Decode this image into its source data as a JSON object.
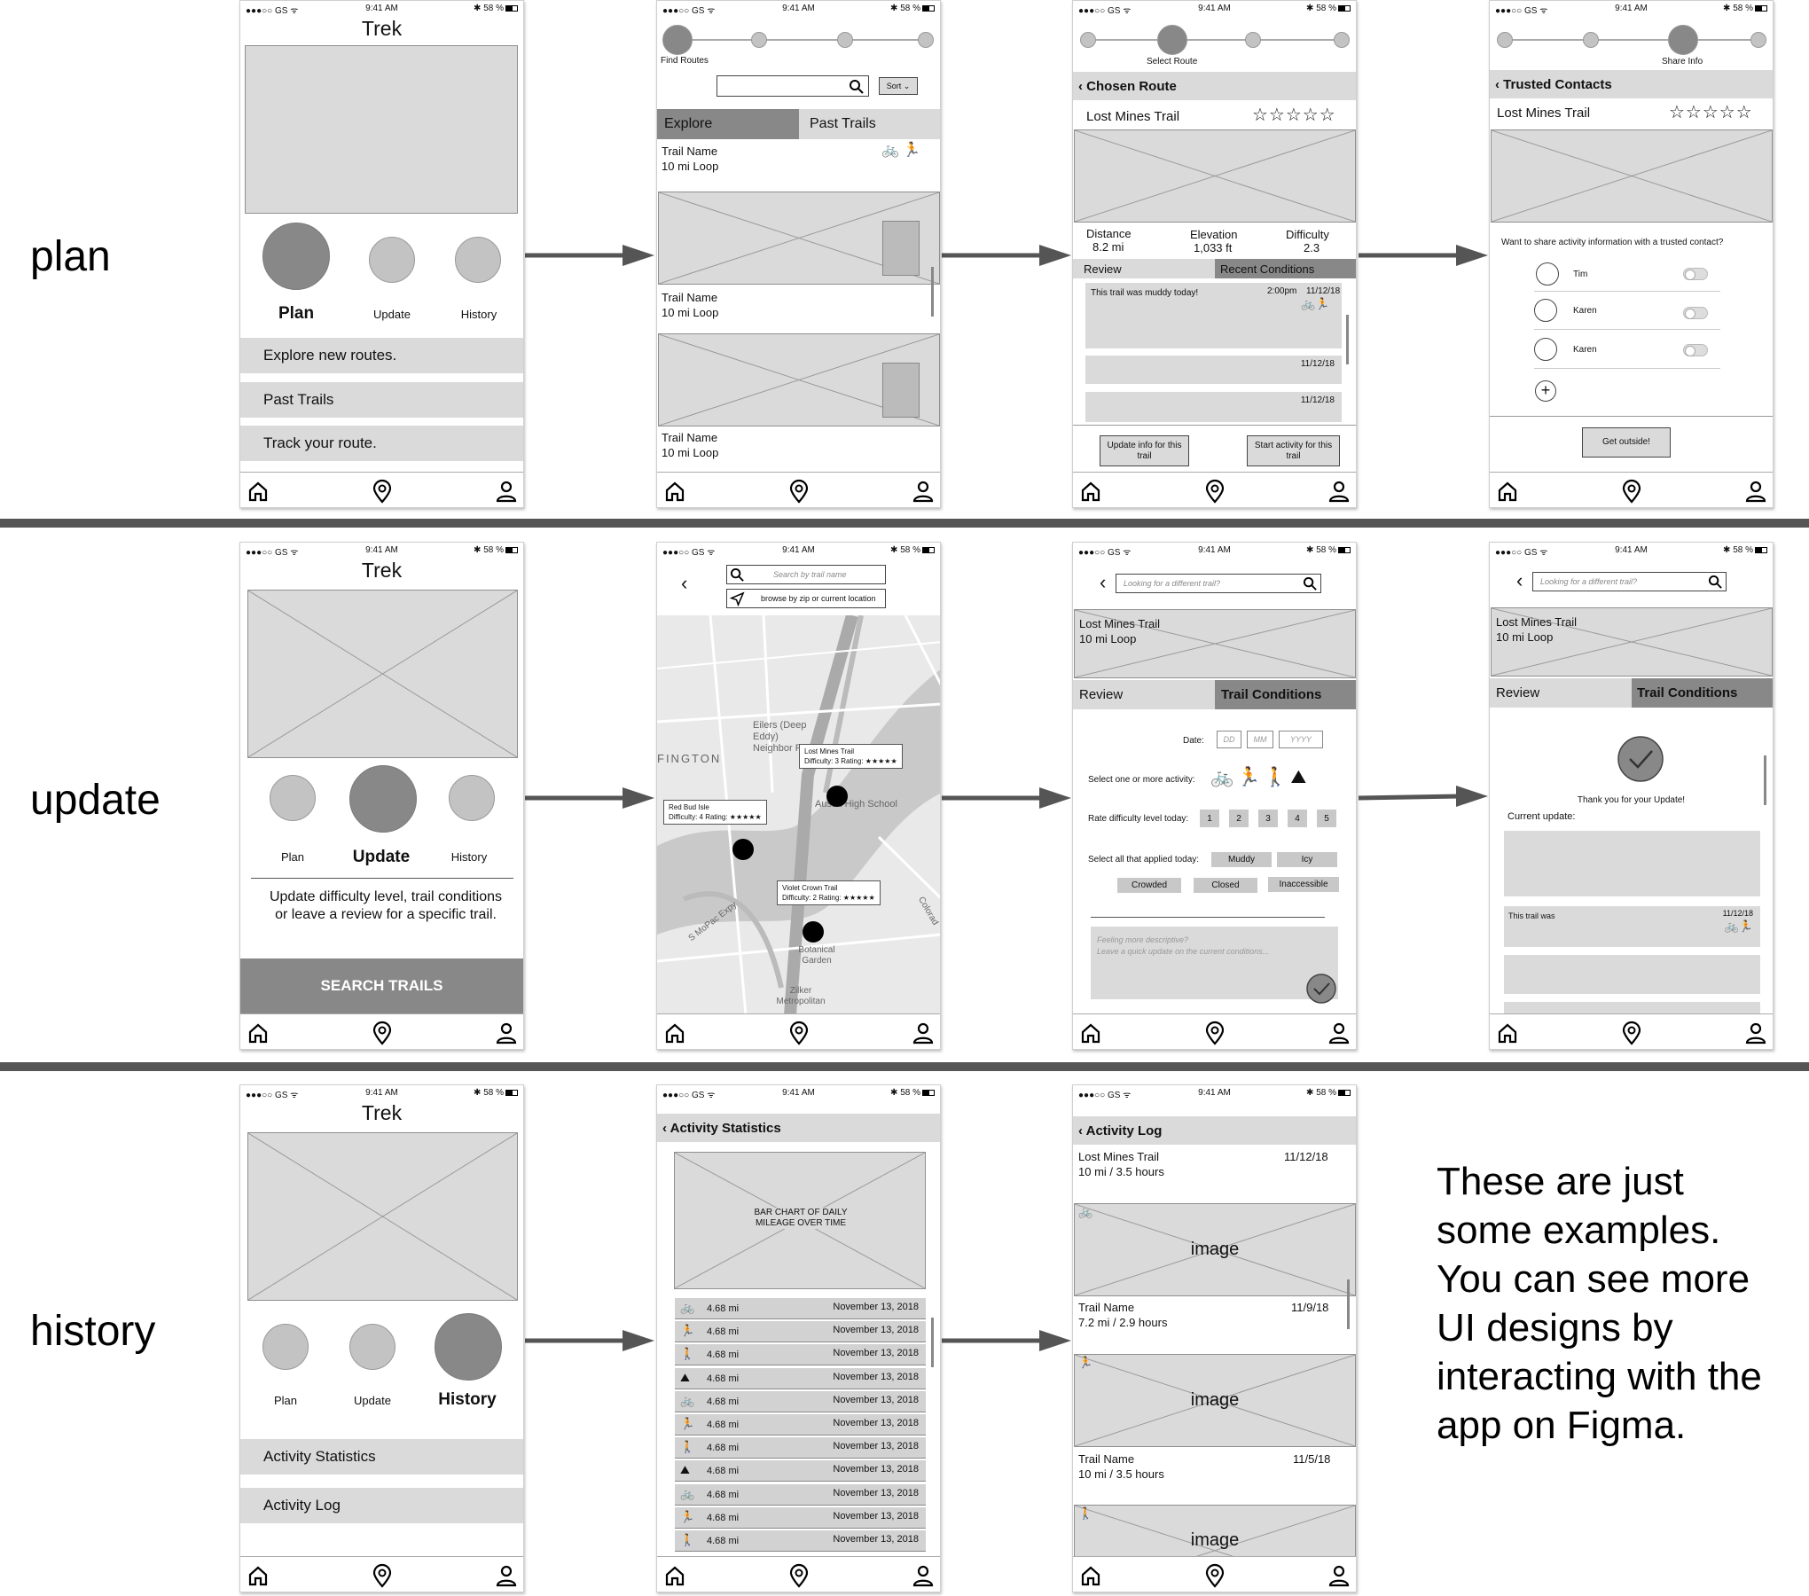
{
  "rows": {
    "plan": "plan",
    "update": "update",
    "history": "history"
  },
  "status": {
    "carrier": "●●●○○ GS ᯤ",
    "time": "9:41 AM",
    "battery": "✱ 58 %"
  },
  "app_title": "Trek",
  "home": {
    "plan_label": "Plan",
    "update_label": "Update",
    "history_label": "History",
    "plan_items": [
      "Explore new routes.",
      "Past Trails",
      "Track your route."
    ],
    "update_desc": "Update difficulty level, trail conditions or leave a review for a specific trail.",
    "search_trails": "SEARCH TRAILS",
    "history_items": [
      "Activity Statistics",
      "Activity Log"
    ]
  },
  "find_routes": {
    "step_label": "Find Routes",
    "sort": "Sort",
    "tab_explore": "Explore",
    "tab_past": "Past Trails",
    "trails": [
      {
        "name": "Trail Name",
        "sub": "10 mi Loop"
      },
      {
        "name": "Trail Name",
        "sub": "10 mi Loop"
      },
      {
        "name": "Trail Name",
        "sub": "10 mi Loop"
      }
    ]
  },
  "chosen_route": {
    "step_label": "Select Route",
    "header": "Chosen Route",
    "trail": "Lost Mines Trail",
    "stars": "☆☆☆☆☆",
    "distance_label": "Distance",
    "distance": "8.2 mi",
    "elevation_label": "Elevation",
    "elevation": "1,033 ft",
    "difficulty_label": "Difficulty",
    "difficulty": "2.3",
    "tab_review": "Review",
    "tab_conditions": "Recent Conditions",
    "review_text": "This trail was muddy today!",
    "review_time": "2:00pm",
    "review_date": "11/12/18",
    "date2": "11/12/18",
    "date3": "11/12/18",
    "btn_update": "Update info for this trail",
    "btn_start": "Start activity for this trail"
  },
  "share": {
    "step_label": "Share Info",
    "header": "Trusted Contacts",
    "trail": "Lost Mines Trail",
    "stars": "☆☆☆☆☆",
    "question": "Want to share activity information with a trusted contact?",
    "contacts": [
      "Tim",
      "Karen",
      "Karen"
    ],
    "add": "+",
    "btn": "Get outside!"
  },
  "map": {
    "search_placeholder": "Search by trail name",
    "location": "browse by zip or current location",
    "labels": {
      "district": "FINGTON",
      "eilers": "Eilers (Deep Eddy) Neighbor Park",
      "school": "Austin High School",
      "mopac": "S MoPac Expy",
      "botanical": "Botanical Garden",
      "zilker": "Zilker Metropolitan",
      "colorado": "Colorad"
    },
    "callouts": [
      {
        "name": "Lost Mines Trail",
        "info": "Difficulty: 3   Rating: ★★★★★"
      },
      {
        "name": "Red Bud Isle",
        "info": "Difficulty: 4   Rating: ★★★★★"
      },
      {
        "name": "Violet Crown Trail",
        "info": "Difficulty: 2   Rating: ★★★★★"
      }
    ]
  },
  "conditions": {
    "search_placeholder": "Looking for a different trail?",
    "trail": "Lost Mines Trail",
    "sub": "10 mi Loop",
    "tab_review": "Review",
    "tab_conditions": "Trail Conditions",
    "date_label": "Date:",
    "dd": "DD",
    "mm": "MM",
    "yyyy": "YYYY",
    "activity_label": "Select one or more activity:",
    "difficulty_label": "Rate difficulty level today:",
    "levels": [
      "1",
      "2",
      "3",
      "4",
      "5"
    ],
    "applied_label": "Select all that applied today:",
    "chips": [
      "Muddy",
      "Icy",
      "Crowded",
      "Closed",
      "Inaccessible"
    ],
    "textarea_line1": "Feeling more descriptive?",
    "textarea_line2": "Leave a quick update on the current conditions..."
  },
  "thanks": {
    "search_placeholder": "Looking for a different trail?",
    "trail": "Lost Mines Trail",
    "sub": "10 mi Loop",
    "tab_review": "Review",
    "tab_conditions": "Trail Conditions",
    "thanks_text": "Thank you for your Update!",
    "current": "Current update:",
    "entry_text": "This trail was",
    "entry_date": "11/12/18"
  },
  "stats": {
    "header": "Activity Statistics",
    "chart_placeholder": "BAR CHART OF DAILY MILEAGE OVER TIME",
    "rows": [
      {
        "icon": "bike",
        "miles": "4.68 mi",
        "date": "November 13, 2018"
      },
      {
        "icon": "run",
        "miles": "4.68 mi",
        "date": "November 13, 2018"
      },
      {
        "icon": "hike",
        "miles": "4.68 mi",
        "date": "November 13, 2018"
      },
      {
        "icon": "climb",
        "miles": "4.68 mi",
        "date": "November 13, 2018"
      },
      {
        "icon": "bike",
        "miles": "4.68 mi",
        "date": "November 13, 2018"
      },
      {
        "icon": "run",
        "miles": "4.68 mi",
        "date": "November 13, 2018"
      },
      {
        "icon": "hike",
        "miles": "4.68 mi",
        "date": "November 13, 2018"
      },
      {
        "icon": "climb",
        "miles": "4.68 mi",
        "date": "November 13, 2018"
      },
      {
        "icon": "bike",
        "miles": "4.68 mi",
        "date": "November 13, 2018"
      },
      {
        "icon": "run",
        "miles": "4.68 mi",
        "date": "November 13, 2018"
      },
      {
        "icon": "hike",
        "miles": "4.68 mi",
        "date": "November 13, 2018"
      }
    ]
  },
  "log": {
    "header": "Activity Log",
    "entries": [
      {
        "name": "Lost Mines Trail",
        "detail": "10 mi / 3.5 hours",
        "date": "11/12/18"
      },
      {
        "name": "Trail Name",
        "detail": "7.2 mi / 2.9 hours",
        "date": "11/9/18"
      },
      {
        "name": "Trail Name",
        "detail": "10 mi / 3.5 hours",
        "date": "11/5/18"
      }
    ],
    "image": "image"
  },
  "footnote": "These are just some examples. You can see more UI designs by interacting with the app on Figma."
}
